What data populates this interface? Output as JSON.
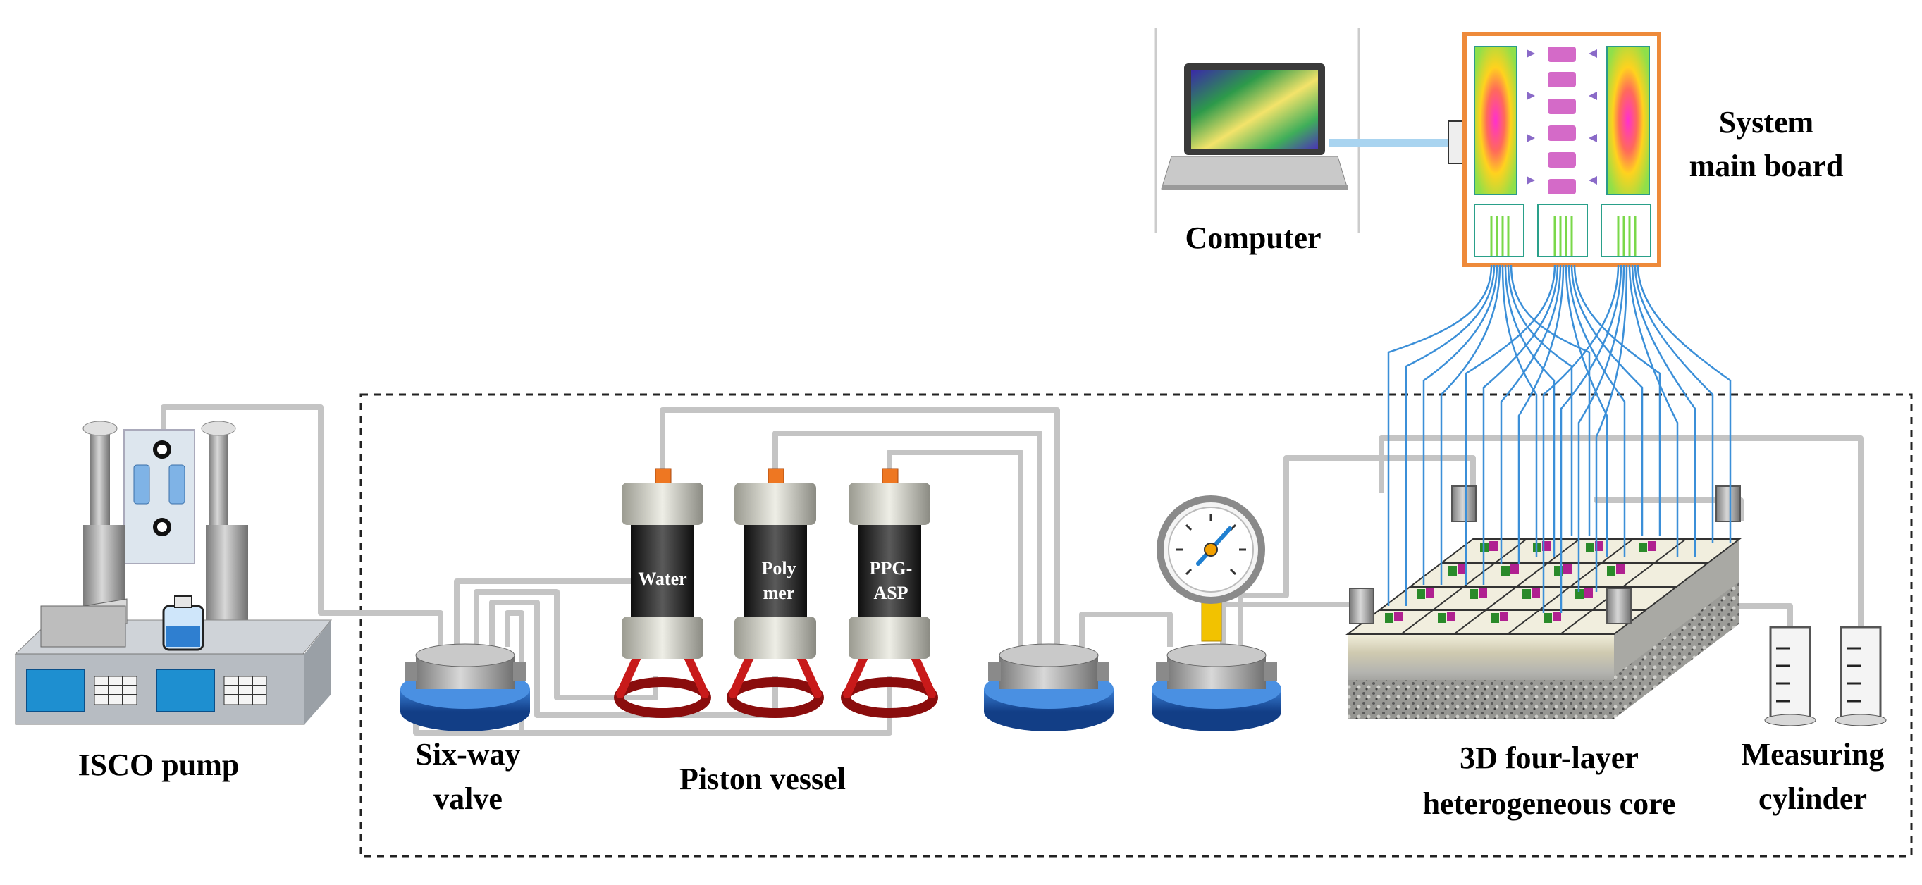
{
  "labels": {
    "isco_pump": "ISCO pump",
    "six_way_valve_line1": "Six-way",
    "six_way_valve_line2": "valve",
    "piston_vessel": "Piston vessel",
    "computer": "Computer",
    "main_board_line1": "System",
    "main_board_line2": "main board",
    "core_line1": "3D four-layer",
    "core_line2": "heterogeneous core",
    "cylinder_line1": "Measuring",
    "cylinder_line2": "cylinder"
  },
  "vessels": [
    {
      "line1": "Water",
      "line2": ""
    },
    {
      "line1": "Poly",
      "line2": "mer"
    },
    {
      "line1": "PPG-",
      "line2": "ASP"
    }
  ],
  "colors": {
    "pipe": "#c4c4c4",
    "wire": "#3b8fd8",
    "valve_base": "#1f5fb4",
    "valve_body": "#9a9a9a",
    "vessel_body": "#1e1e1e",
    "vessel_cap": "#d2d2c8",
    "vessel_top": "#ee7722",
    "stand": "#c01818",
    "board_border": "#ee8a3a",
    "gauge_yellow": "#f2c200",
    "pump_screen": "#1e8fd0",
    "core_grid": "#333333"
  },
  "icons": [
    "laptop-icon",
    "pressure-gauge-icon",
    "measuring-cylinder-icon",
    "ISCO-pump-icon",
    "six-way-valve-icon",
    "piston-vessel-icon"
  ]
}
